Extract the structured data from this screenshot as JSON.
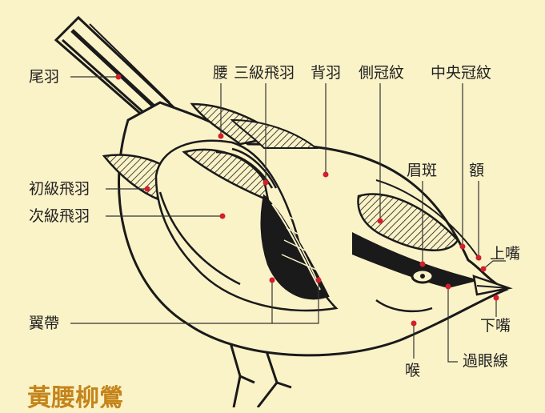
{
  "title": "黃腰柳鶯",
  "labels": {
    "tail_feathers": "尾羽",
    "rump": "腰",
    "tertials": "三級飛羽",
    "back_feathers": "背羽",
    "lateral_crown_stripe": "側冠紋",
    "central_crown_stripe": "中央冠紋",
    "primaries": "初級飛羽",
    "secondaries": "次級飛羽",
    "supercilium": "眉斑",
    "forehead": "額",
    "upper_mandible": "上嘴",
    "lower_mandible": "下嘴",
    "wing_bar": "翼帶",
    "throat": "喉",
    "eye_line": "過眼線"
  },
  "colors": {
    "background": "#fbf3c8",
    "outline": "#1a1a1a",
    "marker": "#d21f2b",
    "title": "#c4841a",
    "leader": "#333333"
  }
}
